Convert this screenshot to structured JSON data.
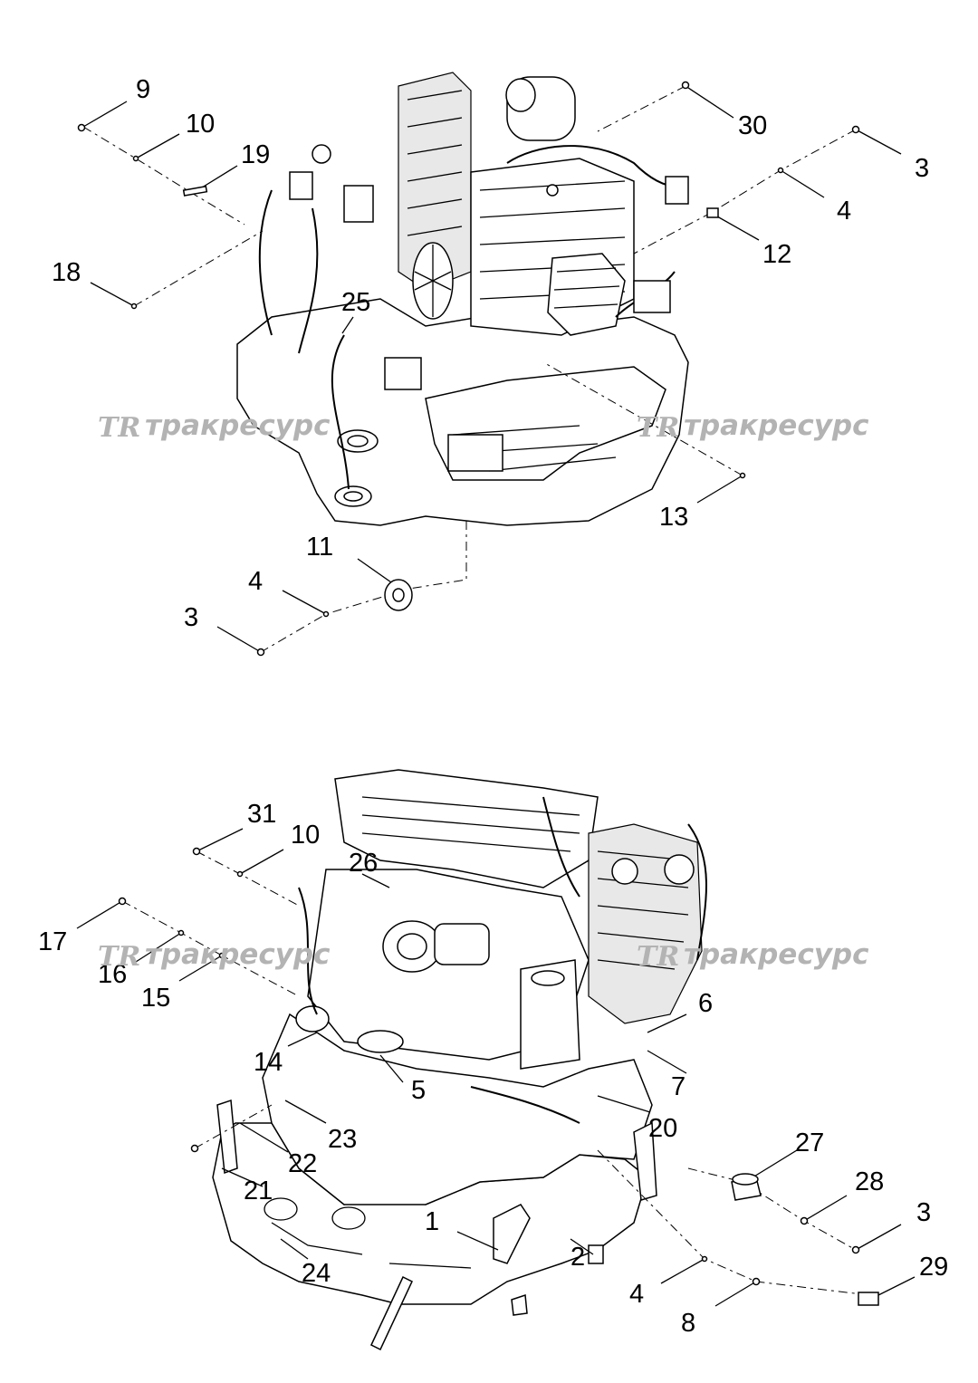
{
  "watermark": {
    "logo_text": "TR",
    "brand_text": "тракресурс"
  },
  "upper_view": {
    "callouts": [
      {
        "id": "u9",
        "label": "9"
      },
      {
        "id": "u10",
        "label": "10"
      },
      {
        "id": "u19",
        "label": "19"
      },
      {
        "id": "u18",
        "label": "18"
      },
      {
        "id": "u25",
        "label": "25"
      },
      {
        "id": "u30",
        "label": "30"
      },
      {
        "id": "u3a",
        "label": "3"
      },
      {
        "id": "u4a",
        "label": "4"
      },
      {
        "id": "u12",
        "label": "12"
      },
      {
        "id": "u13",
        "label": "13"
      },
      {
        "id": "u11",
        "label": "11"
      },
      {
        "id": "u4b",
        "label": "4"
      },
      {
        "id": "u3b",
        "label": "3"
      }
    ]
  },
  "lower_view": {
    "callouts": [
      {
        "id": "l31",
        "label": "31"
      },
      {
        "id": "l10",
        "label": "10"
      },
      {
        "id": "l26",
        "label": "26"
      },
      {
        "id": "l17",
        "label": "17"
      },
      {
        "id": "l16",
        "label": "16"
      },
      {
        "id": "l15",
        "label": "15"
      },
      {
        "id": "l6",
        "label": "6"
      },
      {
        "id": "l14",
        "label": "14"
      },
      {
        "id": "l5",
        "label": "5"
      },
      {
        "id": "l7",
        "label": "7"
      },
      {
        "id": "l20",
        "label": "20"
      },
      {
        "id": "l23",
        "label": "23"
      },
      {
        "id": "l22",
        "label": "22"
      },
      {
        "id": "l27",
        "label": "27"
      },
      {
        "id": "l21",
        "label": "21"
      },
      {
        "id": "l28",
        "label": "28"
      },
      {
        "id": "l3",
        "label": "3"
      },
      {
        "id": "l1",
        "label": "1"
      },
      {
        "id": "l29",
        "label": "29"
      },
      {
        "id": "l24",
        "label": "24"
      },
      {
        "id": "l2",
        "label": "2"
      },
      {
        "id": "l4",
        "label": "4"
      },
      {
        "id": "l8",
        "label": "8"
      }
    ]
  }
}
